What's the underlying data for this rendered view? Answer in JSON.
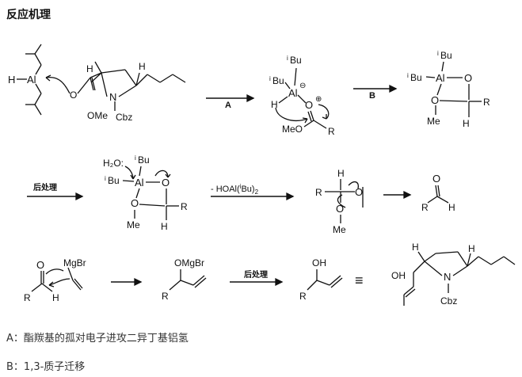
{
  "title": "反应机理",
  "notes": {
    "a": "A：酯羰基的孤对电子进攻二异丁基铝氢",
    "b": "B：1,3-质子迁移"
  },
  "labels": {
    "h": "H",
    "al": "Al",
    "o": "O",
    "n": "N",
    "r": "R",
    "me": "Me",
    "ome": "OMe",
    "meo": "MeO",
    "cbz": "Cbz",
    "bu_prefix": "i",
    "bu": "Bu",
    "minus": "⊖",
    "plus": "⊕",
    "oh": "OH",
    "omgbr": "OMgBr",
    "mgbr": "MgBr",
    "h2o": "H₂O:",
    "a_label": "A",
    "b_label": "B",
    "workup": "后处理",
    "hoal_main": "- HOAl(",
    "hoal_tail": "Bu)",
    "hoal_sub": "2",
    "equiv": "≡"
  }
}
